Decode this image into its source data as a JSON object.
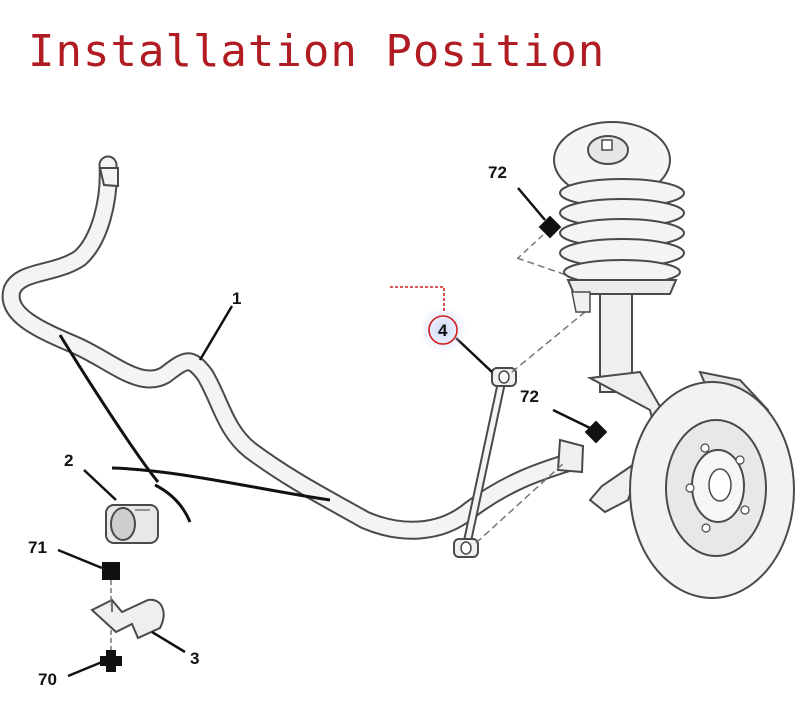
{
  "title": "Installation Position",
  "labels": {
    "anti_roll_bar": "1",
    "bushing": "2",
    "clamp": "3",
    "stabilizer_link": "4",
    "fastener_70": "70",
    "fastener_71": "71",
    "torque_72_upper": "72",
    "torque_72_lower": "72"
  },
  "colors": {
    "title": "#b01c22",
    "highlight": "#c9d6f7",
    "callout_red": "#d02020",
    "outline": "#4a4a4a",
    "part_fill": "#f4f4f4"
  }
}
